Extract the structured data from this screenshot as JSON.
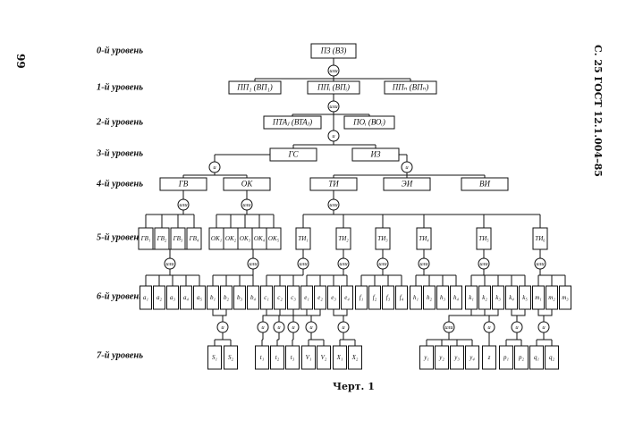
{
  "page_number": "99",
  "running_header": "С. 25 ГОСТ 12.1.004–85",
  "caption": "Черт. 1",
  "levels": [
    "0-й уровень",
    "1-й уровень",
    "2-й уровень",
    "3-й уровень",
    "4-й уровень",
    "5-й уровень",
    "6-й уровень",
    "7-й уровень"
  ],
  "ops": {
    "or": "или",
    "and": "и"
  },
  "nodes": {
    "root": "ПЗ (ВЗ)",
    "l1": [
      "ПП₁ (ВП₁)",
      "ППᵢ (ВПᵢ)",
      "ППₙ (ВПₙ)"
    ],
    "l2": [
      "ПТАⱼ (ВТАⱼ)",
      "ПОᵢ (ВОᵢ)"
    ],
    "l3": [
      "ГС",
      "ИЗ"
    ],
    "l4": [
      "ГВ",
      "ОК",
      "ТИ",
      "ЭИ",
      "ВИ"
    ],
    "l5_gv": [
      "ГВ₁",
      "ГВ₂",
      "ГВ₃",
      "ГВ₄"
    ],
    "l5_ok": [
      "ОК₁",
      "ОК₂",
      "ОК₃",
      "ОК₄",
      "ОК₅"
    ],
    "l5_ti": [
      "ТИ₁",
      "ТИ₂",
      "ТИ₃",
      "ТИ₄",
      "ТИ₅",
      "ТИ₆"
    ],
    "l6": [
      "a₁",
      "a₂",
      "a₃",
      "a₄",
      "a₅",
      "b₁",
      "b₂",
      "b₃",
      "b₄",
      "c₁",
      "c₂",
      "c₃",
      "e₁",
      "e₂",
      "e₃",
      "e₄",
      "f₁",
      "f₂",
      "f₃",
      "f₄",
      "h₁",
      "h₂",
      "h₃",
      "h₄",
      "k₁",
      "k₂",
      "k₃",
      "k₄",
      "k₅",
      "m₁",
      "m₂",
      "m₃"
    ],
    "l7": [
      "S₁",
      "S₂",
      "t₁",
      "t₂",
      "t₃",
      "V₁",
      "V₂",
      "X₁",
      "X₂",
      "y₁",
      "y₂",
      "y₃",
      "y₄",
      "z",
      "p₁",
      "p₂",
      "q₁",
      "q₂"
    ]
  }
}
